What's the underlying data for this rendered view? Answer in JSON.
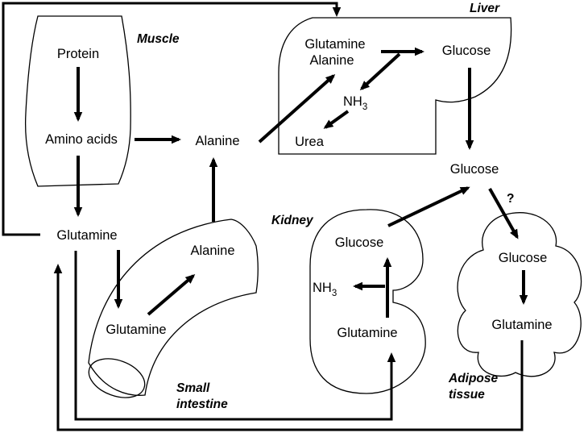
{
  "organs": {
    "muscle": "Muscle",
    "liver": "Liver",
    "kidney": "Kidney",
    "small_intestine_line1": "Small",
    "small_intestine_line2": "intestine",
    "adipose_line1": "Adipose",
    "adipose_line2": "tissue"
  },
  "nodes": {
    "muscle_protein": "Protein",
    "muscle_amino_acids": "Amino acids",
    "muscle_glutamine": "Glutamine",
    "alanine_center": "Alanine",
    "intestine_alanine": "Alanine",
    "intestine_glutamine": "Glutamine",
    "liver_glutamine": "Glutamine",
    "liver_alanine": "Alanine",
    "liver_glucose": "Glucose",
    "liver_nh3": "NH",
    "liver_nh3_sub": "3",
    "liver_urea": "Urea",
    "blood_glucose": "Glucose",
    "question_mark": "?",
    "kidney_glucose": "Glucose",
    "kidney_nh3": "NH",
    "kidney_nh3_sub": "3",
    "kidney_glutamine": "Glutamine",
    "adipose_glucose": "Glucose",
    "adipose_glutamine": "Glutamine"
  }
}
